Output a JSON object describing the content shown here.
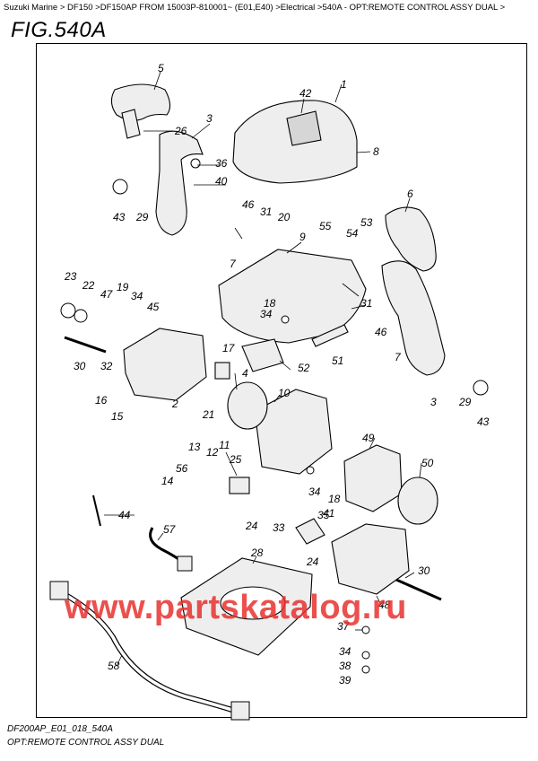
{
  "breadcrumb": "Suzuki Marine > DF150 >DF150AP FROM 15003P-810001~ (E01,E40) >Electrical >540A - OPT:REMOTE CONTROL ASSY DUAL >",
  "figure_title": "FIG.540A",
  "footer": {
    "code": "DF200AP_E01_018_540A",
    "title": "OPT:REMOTE CONTROL ASSY DUAL"
  },
  "watermark": "www.partskatalog.ru",
  "colors": {
    "line": "#000000",
    "watermark": "#e8322f",
    "part_fill": "#e8e8e8",
    "part_shade": "#b0b0b0"
  },
  "callouts": [
    "5",
    "26",
    "3",
    "36",
    "40",
    "42",
    "1",
    "8",
    "6",
    "43",
    "29",
    "46",
    "31",
    "20",
    "55",
    "9",
    "53",
    "54",
    "7",
    "23",
    "22",
    "47",
    "19",
    "34",
    "45",
    "18",
    "34",
    "30",
    "32",
    "16",
    "15",
    "17",
    "52",
    "4",
    "2",
    "10",
    "51",
    "31",
    "46",
    "7",
    "3",
    "29",
    "43",
    "21",
    "11",
    "12",
    "13",
    "56",
    "14",
    "25",
    "49",
    "50",
    "34",
    "18",
    "44",
    "57",
    "24",
    "33",
    "35",
    "41",
    "24",
    "28",
    "30",
    "48",
    "37",
    "58",
    "34",
    "38",
    "39"
  ]
}
